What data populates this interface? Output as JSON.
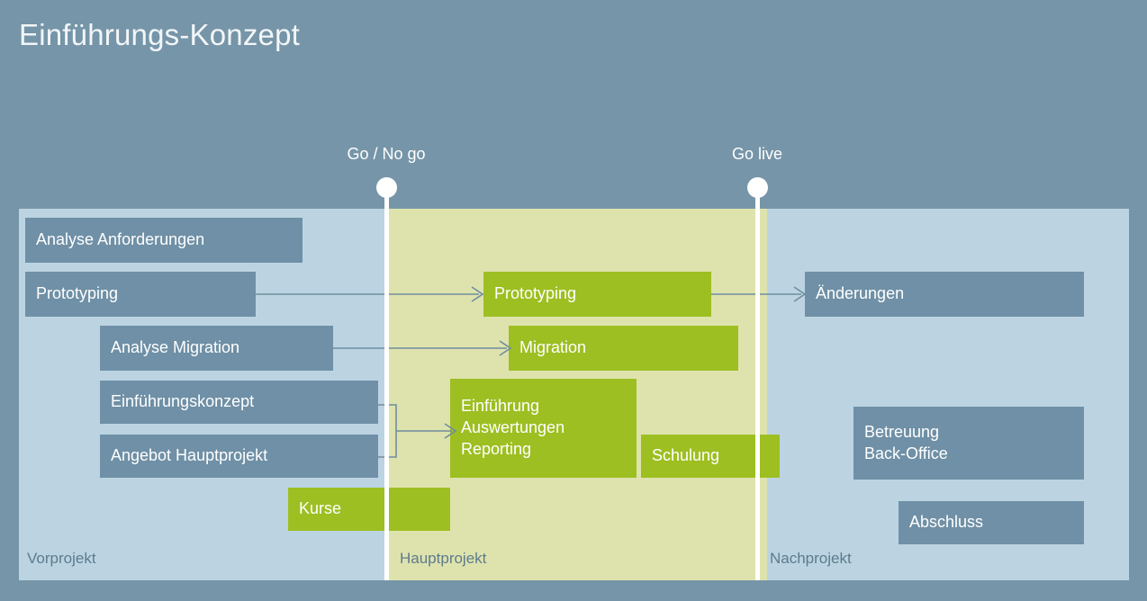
{
  "slide": {
    "title": "Einführungs-Konzept",
    "background_color": "#7695a8"
  },
  "colors": {
    "background": "#7695a8",
    "phase_pre": "#bcd4e2",
    "phase_main": "#dee3ad",
    "phase_post": "#bcd4e2",
    "task_slate": "#6f90a6",
    "task_green": "#9dbf22",
    "milestone": "#ffffff",
    "connector": "#6f8da0",
    "phase_label_text": "#5d7b8d",
    "task_label_text": "#ffffff"
  },
  "phases": [
    {
      "id": "vorprojekt",
      "label": "Vorprojekt"
    },
    {
      "id": "hauptprojekt",
      "label": "Hauptprojekt"
    },
    {
      "id": "nachprojekt",
      "label": "Nachprojekt"
    }
  ],
  "milestones": [
    {
      "id": "go-no-go",
      "label": "Go / No go"
    },
    {
      "id": "go-live",
      "label": "Go live"
    }
  ],
  "tasks": [
    {
      "id": "analyse-anforderungen",
      "label": "Analyse Anforderungen",
      "phase": "vorprojekt",
      "style": "slate"
    },
    {
      "id": "prototyping-vor",
      "label": "Prototyping",
      "phase": "vorprojekt",
      "style": "slate"
    },
    {
      "id": "analyse-migration",
      "label": "Analyse Migration",
      "phase": "vorprojekt",
      "style": "slate"
    },
    {
      "id": "einfuehrungskonzept",
      "label": "Einführungskonzept",
      "phase": "vorprojekt",
      "style": "slate"
    },
    {
      "id": "angebot-hauptprojekt",
      "label": "Angebot Hauptprojekt",
      "phase": "vorprojekt",
      "style": "slate"
    },
    {
      "id": "kurse",
      "label": "Kurse",
      "phase": "vorprojekt",
      "style": "green"
    },
    {
      "id": "prototyping-haupt",
      "label": "Prototyping",
      "phase": "hauptprojekt",
      "style": "green"
    },
    {
      "id": "migration",
      "label": "Migration",
      "phase": "hauptprojekt",
      "style": "green"
    },
    {
      "id": "einfuehrung-auswertungen-reporting",
      "label": "Einführung\nAuswertungen\nReporting",
      "phase": "hauptprojekt",
      "style": "green"
    },
    {
      "id": "schulung",
      "label": "Schulung",
      "phase": "hauptprojekt",
      "style": "green"
    },
    {
      "id": "aenderungen",
      "label": "Änderungen",
      "phase": "nachprojekt",
      "style": "slate"
    },
    {
      "id": "betreuung-back-office",
      "label": "Betreuung\nBack-Office",
      "phase": "nachprojekt",
      "style": "slate"
    },
    {
      "id": "abschluss",
      "label": "Abschluss",
      "phase": "nachprojekt",
      "style": "slate"
    }
  ],
  "connectors": [
    {
      "id": "prototyping-to-prototyping",
      "from": "prototyping-vor",
      "to": "prototyping-haupt"
    },
    {
      "id": "migration-flow",
      "from": "analyse-migration",
      "to": "migration"
    },
    {
      "id": "konzept-angebot-to-einfuehrung",
      "from": "einfuehrungskonzept + angebot-hauptprojekt",
      "to": "einfuehrung-auswertungen-reporting"
    },
    {
      "id": "prototyping-to-aenderungen",
      "from": "prototyping-haupt",
      "to": "aenderungen"
    }
  ]
}
